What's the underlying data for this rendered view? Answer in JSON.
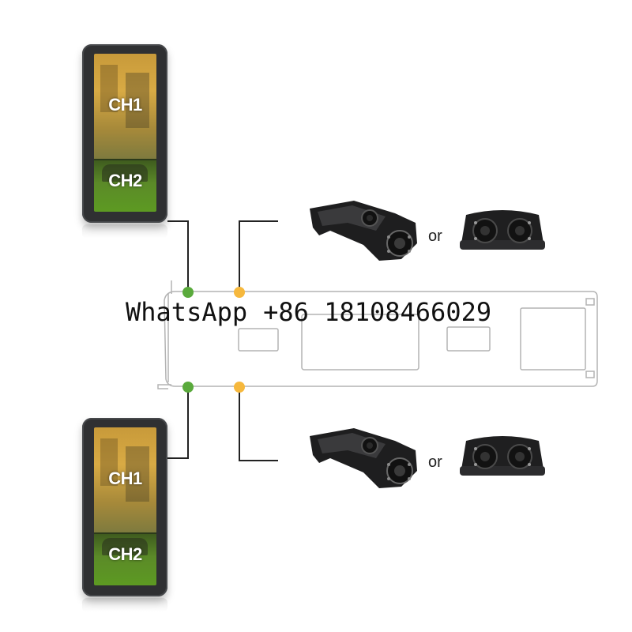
{
  "monitors": [
    {
      "ch1": "CH1",
      "ch2": "CH2"
    },
    {
      "ch1": "CH1",
      "ch2": "CH2"
    }
  ],
  "or_label": "or",
  "overlay": {
    "app": "WhatsApp",
    "phone": "+86 18108466029"
  },
  "colors": {
    "dot_left": "#5aaa3c",
    "dot_right": "#f6b83d",
    "wire": "#222222",
    "bus_outline": "#b0b0b0",
    "monitor_body": "#2f3032"
  },
  "icons": [
    "rear-camera-icon",
    "dual-lens-camera-icon"
  ]
}
